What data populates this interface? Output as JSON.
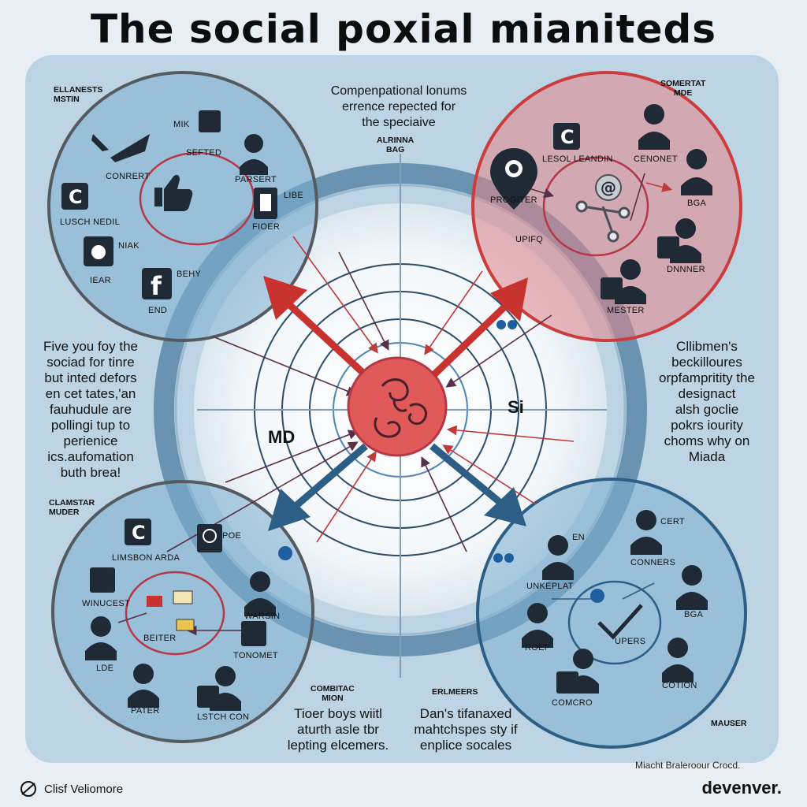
{
  "title": "The social poxial mianiteds",
  "center_labels": {
    "left": "MD",
    "right": "Si"
  },
  "top_caption": "Compenpational lonums\nerrence repected for\nthe speciaive",
  "top_small_label": "ALRINNA\nBAG",
  "left_paragraph": "Five you foy the\nsociad for tinre\nbut inted defors\nen cet tates,'an\nfauhudule are\npollingi tup to\nperienice\nics.aufomation\nbuth brea!",
  "right_paragraph": "Cllibmen's\nbeckilloures\norpfampritity the\ndesignact\nalsh goclie\npokrs iourity\nchoms why on\nMiada",
  "bottom_left_caption": {
    "header": "COMBITAC\nMION",
    "text": "Tioer boys wiitl\naturth asle tbr\nlepting elcemers."
  },
  "bottom_right_caption": {
    "header": "ERLMEERS",
    "text": "Dan's tifanaxed\nmahtchspes sty if\nenplice socales"
  },
  "quadrants": {
    "top_left": {
      "header": "ELLANESTS\nMSTIN",
      "labels": [
        "MIK",
        "SEFTED",
        "CONRERT",
        "PARSERT",
        "LUSCH NEDIL",
        "LIBE",
        "FIOER",
        "NIAK",
        "IEAR",
        "BEHY",
        "END"
      ]
    },
    "top_right": {
      "header": "SOMERTAT\nMDE",
      "labels": [
        "LESOL LEANDIN",
        "CENONET",
        "PROGITER",
        "UPIFQ",
        "BGA",
        "DNNNER",
        "MESTER"
      ]
    },
    "bottom_left": {
      "header": "CLAMSTAR\nMUDER",
      "labels": [
        "POE",
        "LIMSBON ARDA",
        "WINUCEST",
        "BEITER",
        "WARSIN",
        "TONOMET",
        "LDE",
        "PATER",
        "LSTCH CON"
      ]
    },
    "bottom_right": {
      "header": "MAUSER",
      "labels": [
        "CERT",
        "EN",
        "CONNERS",
        "UNKEPLAT",
        "BGA",
        "ROEF",
        "UPERS",
        "COTION",
        "COMCRO"
      ]
    }
  },
  "credit": "Miacht Braleroour Crocd.",
  "footer_left": "Clisf Veliomore",
  "footer_right": "devenver.",
  "colors": {
    "panel": "#bcd4e3",
    "red": "#d63a3a",
    "blue": "#2d5f86",
    "ring": "#5a87a8"
  }
}
